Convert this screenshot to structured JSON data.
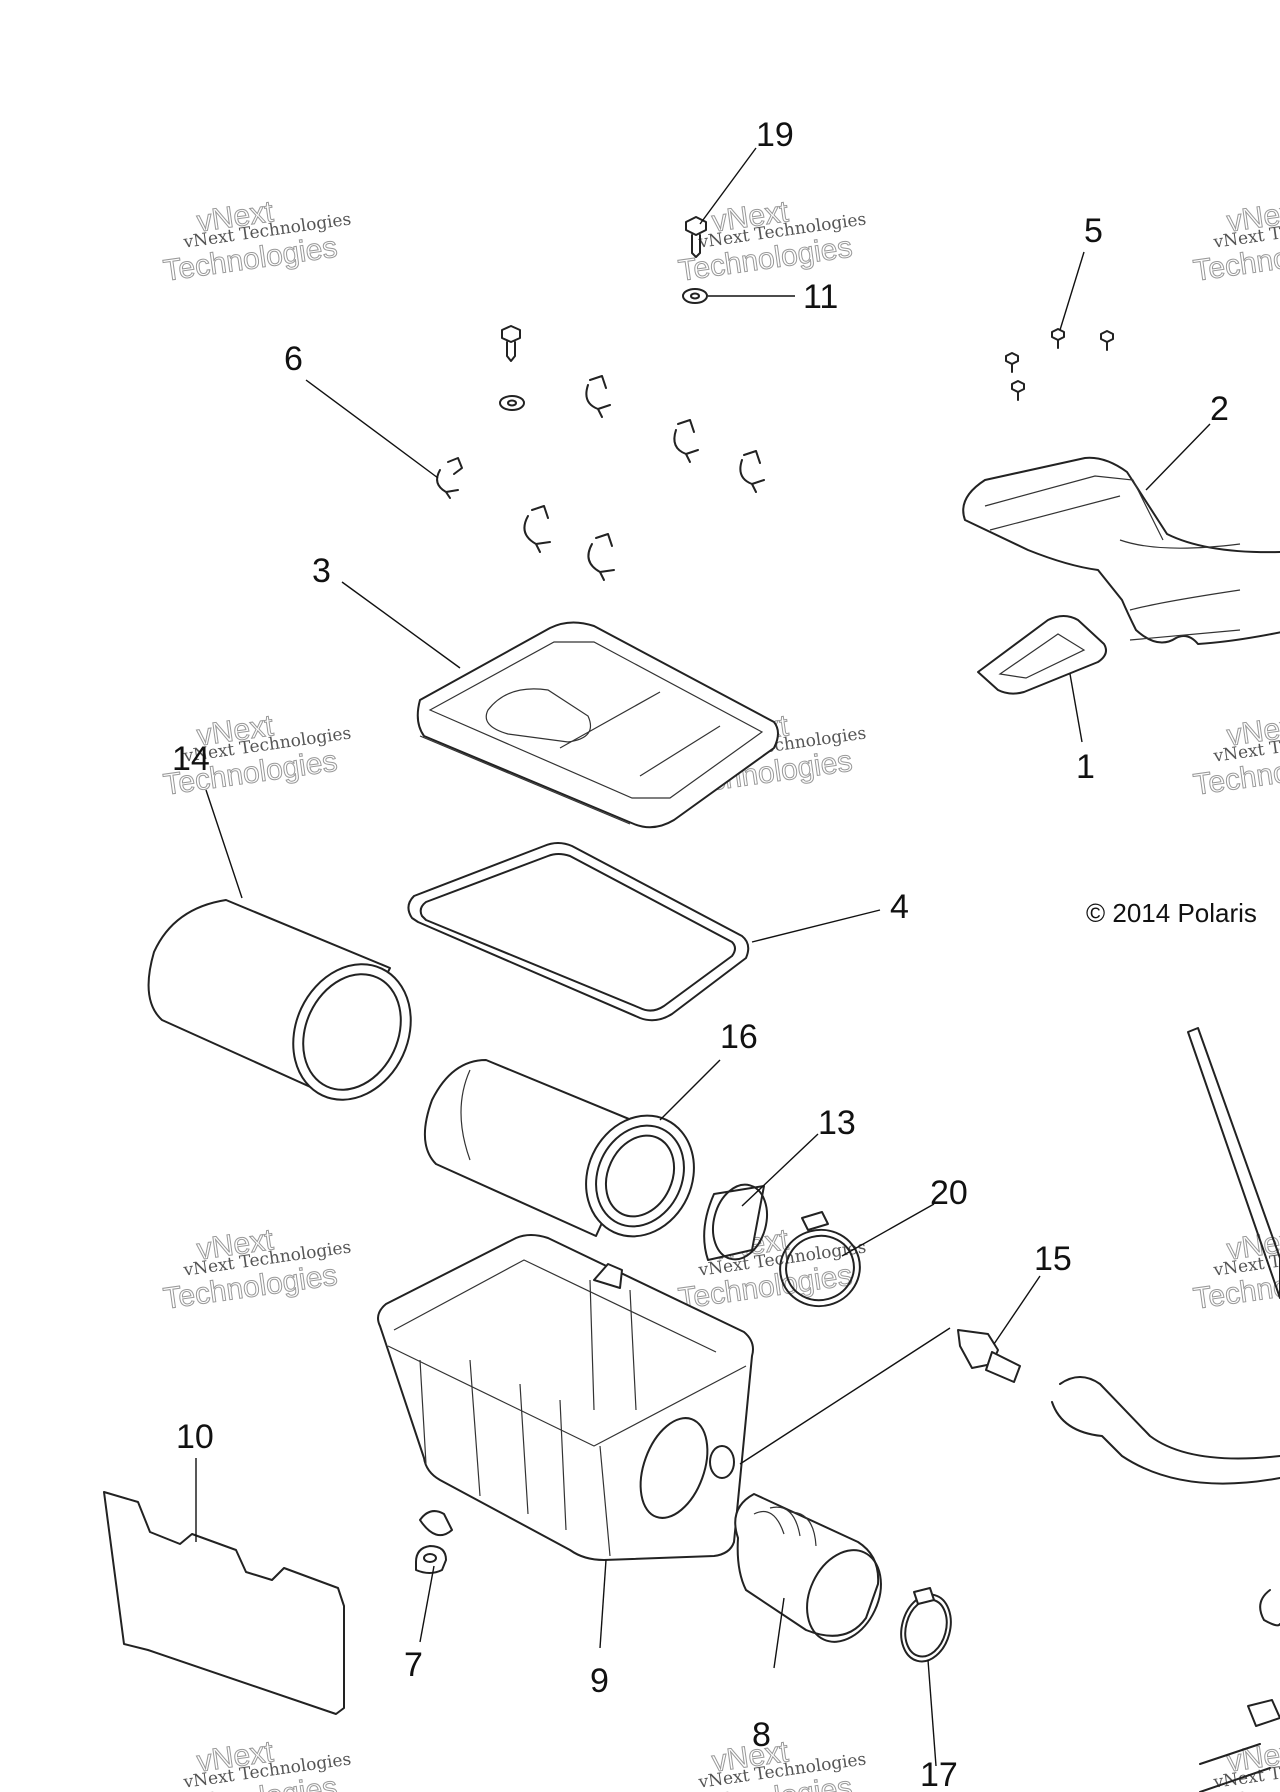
{
  "diagram": {
    "callouts": [
      "19",
      "5",
      "11",
      "6",
      "2",
      "3",
      "14",
      "1",
      "4",
      "16",
      "13",
      "20",
      "15",
      "10",
      "7",
      "9",
      "8",
      "17"
    ],
    "copyright": "© 2014 Polaris",
    "watermark": {
      "line1": "vNext Technologies",
      "line2": "vNext",
      "line3": "Technologies"
    }
  }
}
